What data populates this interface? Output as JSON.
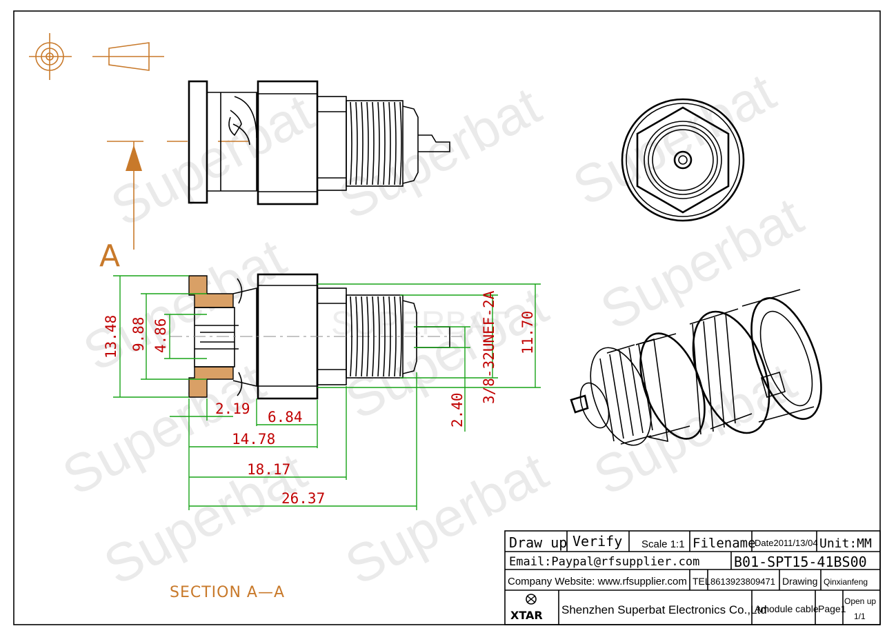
{
  "section_label": "SECTION A—A",
  "section_marker": "A",
  "watermark_text": "Superbat",
  "center_watermark": "SUPERBAT",
  "dimensions": {
    "d1": "13.48",
    "d2": "9.88",
    "d3": "4.86",
    "d4": "2.19",
    "d5": "6.84",
    "d6": "14.78",
    "d7": "18.17",
    "d8": "26.37",
    "d9": "2.40",
    "thread": "3/8-32UNEF-2A",
    "d10": "11.70"
  },
  "title_block": {
    "draw_up": "Draw up",
    "verify": "Verify",
    "scale": "Scale 1:1",
    "filename": "Filename",
    "date": "Date2011/13/04",
    "unit": "Unit:MM",
    "email": "Email:Paypal@rfsupplier.com",
    "part_no": "B01-SPT15-41BS00",
    "website": "Company Website:  www.rfsupplier.com",
    "tel_label": "TEL",
    "tel": "8613923809471",
    "drawing_label": "Drawing",
    "drawer": "Qinxianfeng",
    "logo_text": "XTAR",
    "company": "Shenzhen Superbat Electronics Co.,Ltd",
    "product": "Amodule cable",
    "page": "Page1",
    "open_up": "Open up",
    "open_up_count": "1/1"
  },
  "colors": {
    "dimension": "#c00000",
    "extension_line": "#17a317",
    "section_accent": "#c8792a",
    "hatch_fill": "#d9a066"
  }
}
